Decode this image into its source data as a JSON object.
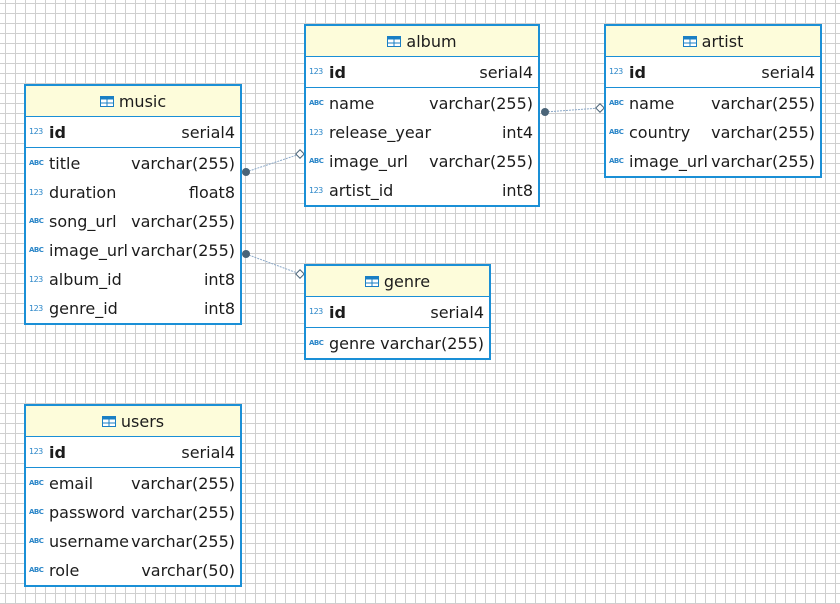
{
  "entities": {
    "music": {
      "name": "music",
      "pk": {
        "name": "id",
        "type": "serial4",
        "icon": "123"
      },
      "columns": [
        {
          "name": "title",
          "type": "varchar(255)",
          "icon": "ABC"
        },
        {
          "name": "duration",
          "type": "float8",
          "icon": "123"
        },
        {
          "name": "song_url",
          "type": "varchar(255)",
          "icon": "ABC"
        },
        {
          "name": "image_url",
          "type": "varchar(255)",
          "icon": "ABC"
        },
        {
          "name": "album_id",
          "type": "int8",
          "icon": "123"
        },
        {
          "name": "genre_id",
          "type": "int8",
          "icon": "123"
        }
      ]
    },
    "album": {
      "name": "album",
      "pk": {
        "name": "id",
        "type": "serial4",
        "icon": "123"
      },
      "columns": [
        {
          "name": "name",
          "type": "varchar(255)",
          "icon": "ABC"
        },
        {
          "name": "release_year",
          "type": "int4",
          "icon": "123"
        },
        {
          "name": "image_url",
          "type": "varchar(255)",
          "icon": "ABC"
        },
        {
          "name": "artist_id",
          "type": "int8",
          "icon": "123"
        }
      ]
    },
    "artist": {
      "name": "artist",
      "pk": {
        "name": "id",
        "type": "serial4",
        "icon": "123"
      },
      "columns": [
        {
          "name": "name",
          "type": "varchar(255)",
          "icon": "ABC"
        },
        {
          "name": "country",
          "type": "varchar(255)",
          "icon": "ABC"
        },
        {
          "name": "image_url",
          "type": "varchar(255)",
          "icon": "ABC"
        }
      ]
    },
    "genre": {
      "name": "genre",
      "pk": {
        "name": "id",
        "type": "serial4",
        "icon": "123"
      },
      "columns": [
        {
          "name": "genre",
          "type": "varchar(255)",
          "icon": "ABC"
        }
      ]
    },
    "users": {
      "name": "users",
      "pk": {
        "name": "id",
        "type": "serial4",
        "icon": "123"
      },
      "columns": [
        {
          "name": "email",
          "type": "varchar(255)",
          "icon": "ABC"
        },
        {
          "name": "password",
          "type": "varchar(255)",
          "icon": "ABC"
        },
        {
          "name": "username",
          "type": "varchar(255)",
          "icon": "ABC"
        },
        {
          "name": "role",
          "type": "varchar(50)",
          "icon": "ABC"
        }
      ]
    }
  },
  "relationships": [
    {
      "from": "music",
      "to": "album"
    },
    {
      "from": "music",
      "to": "genre"
    },
    {
      "from": "album",
      "to": "artist"
    }
  ],
  "colors": {
    "border": "#1a8fd6",
    "header_bg": "#fdfcda",
    "link_line": "#8aa8c8",
    "link_dot": "#4a6478"
  }
}
